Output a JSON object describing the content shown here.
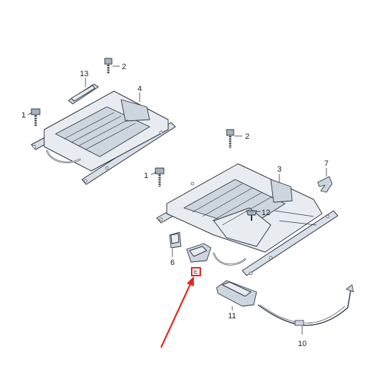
{
  "callouts": {
    "c1a": "1",
    "c2a": "2",
    "c13": "13",
    "c4": "4",
    "c2b": "2",
    "c3": "3",
    "c7": "7",
    "c1b": "1",
    "c12": "12",
    "c6": "6",
    "c11": "11",
    "c10": "10"
  },
  "colors": {
    "highlight_box": "#e8231f",
    "arrow": "#e8231f",
    "linework": "#2b3440"
  }
}
